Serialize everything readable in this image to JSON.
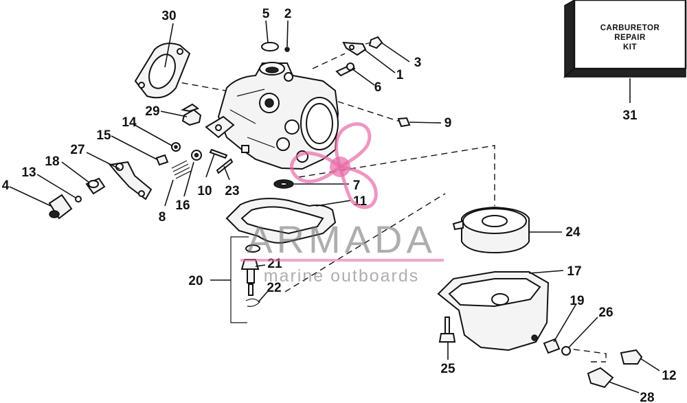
{
  "callouts": [
    "1",
    "2",
    "3",
    "4",
    "5",
    "6",
    "7",
    "8",
    "9",
    "10",
    "11",
    "12",
    "13",
    "14",
    "15",
    "16",
    "17",
    "18",
    "19",
    "20",
    "21",
    "22",
    "23",
    "24",
    "25",
    "26",
    "27",
    "28",
    "29",
    "30",
    "31"
  ],
  "kit_label": [
    "CARBURETOR",
    "REPAIR",
    "KIT"
  ],
  "watermark": {
    "brand": "ARMADA",
    "tagline": "marine outboards",
    "accent_color": "#e86aa6",
    "grey_color": "#6b6b6b"
  },
  "icons": [
    "propeller-logo-icon"
  ]
}
